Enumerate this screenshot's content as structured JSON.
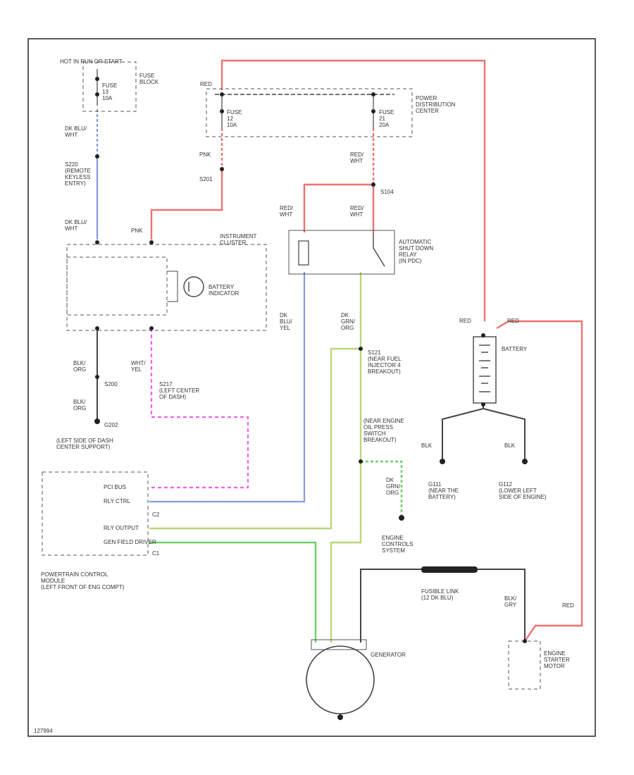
{
  "figure_id": "127994",
  "colors": {
    "red": "#f07070",
    "blue": "#8899e0",
    "pink": "#f060f0",
    "green": "#6cd06c",
    "yellow_green": "#b8d878",
    "black": "#444444"
  },
  "labels": {
    "hot_run_start": "HOT IN RUN OR START",
    "fuse_block": "FUSE\nBLOCK",
    "fuse_left": "FUSE\n13\n10A",
    "dk_blu_wht_top": "DK BLU/\nWHT",
    "s220": "S220\n(REMOTE\nKEYLESS\nENTRY)",
    "dk_blu_wht_mid": "DK BLU/\nWHT",
    "red_top": "RED",
    "fuse_pdc_left": "FUSE\n12\n10A",
    "fuse_pdc_right": "FUSE\n21\n20A",
    "pdc": "POWER\nDISTRIBUTION\nCENTER",
    "pnk_1": "PNK",
    "s201": "S201",
    "red_wht_1": "RED/\nWHT",
    "s104": "S104",
    "red_wht_2": "RED/\nWHT",
    "red_wht_3": "RED/\nWHT",
    "pnk_2": "PNK",
    "instrument_cluster": "INSTRUMENT\nCLUSTER",
    "asd_relay": "AUTOMATIC\nSHUT DOWN\nRELAY\n(IN PDC)",
    "battery_indicator": "BATTERY\nINDICATOR",
    "dk_blu_yel": "DK\nBLU/\nYEL",
    "dk_grn_org": "DK\nGRN/\nORG",
    "red_batt_left": "RED",
    "red_batt_right": "RED",
    "battery": "BATTERY",
    "blk_org_1": "BLK/\nORG",
    "s200": "S200",
    "wht_yel": "WHT/\nYEL",
    "s217": "S217\n(LEFT CENTER\nOF DASH)",
    "blk_org_2": "BLK/\nORG",
    "g202": "G202",
    "s121": "S121\n(NEAR FUEL\nINJECTOR 4\nBREAKOUT)",
    "left_side_dash": "(LEFT SIDE OF DASH\nCENTER SUPPORT)",
    "near_engine": "(NEAR ENGINE\nOIL PRESS\nSWITCH\nBREAKOUT)",
    "blk_1": "BLK",
    "blk_2": "BLK",
    "g111": "G111\n(NEAR THE\nBATTERY)",
    "g112": "G112\n(LOWER LEFT\nSIDE OF ENGINE)",
    "pci_bus": "PCI BUS",
    "rly_ctrl": "RLY CTRL",
    "rly_output": "RLY OUTPUT",
    "gen_field": "GEN FIELD DRIVER",
    "c2": "C2",
    "c1": "C1",
    "dk_grn_org_2": "DK\nGRN/\nORG",
    "engine_controls": "ENGINE\nCONTROLS\nSYSTEM",
    "pcm": "POWERTRAIN CONTROL\nMODULE\n(LEFT FRONT OF ENG COMPT)",
    "fusible_link": "FUSIBLE LINK\n(12 DK BLU)",
    "blk_gry": "BLK/\nGRY",
    "red_starter": "RED",
    "generator": "GENERATOR",
    "starter": "ENGINE\nSTARTER\nMOTOR"
  }
}
